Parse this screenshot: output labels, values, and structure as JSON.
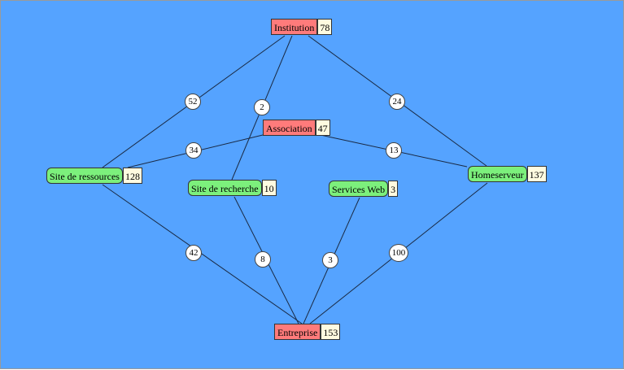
{
  "colors": {
    "background": "#55a3ff",
    "category": "#ff7b7b",
    "site": "#7cf07c",
    "count": "#fffbe0"
  },
  "nodes": [
    {
      "id": "institution",
      "label": "Institution",
      "count": "78",
      "kind": "red"
    },
    {
      "id": "association",
      "label": "Association",
      "count": "47",
      "kind": "red"
    },
    {
      "id": "site-ressources",
      "label": "Site de ressources",
      "count": "128",
      "kind": "green"
    },
    {
      "id": "site-recherche",
      "label": "Site de recherche",
      "count": "10",
      "kind": "green"
    },
    {
      "id": "services-web",
      "label": "Services Web",
      "count": "3",
      "kind": "green"
    },
    {
      "id": "homeserveur",
      "label": "Homeserveur",
      "count": "137",
      "kind": "green"
    },
    {
      "id": "entreprise",
      "label": "Entreprise",
      "count": "153",
      "kind": "red"
    }
  ],
  "edges": [
    {
      "from": "institution",
      "to": "site-ressources",
      "weight": "52"
    },
    {
      "from": "institution",
      "to": "site-recherche",
      "weight": "2"
    },
    {
      "from": "institution",
      "to": "homeserveur",
      "weight": "24"
    },
    {
      "from": "association",
      "to": "site-ressources",
      "weight": "34"
    },
    {
      "from": "association",
      "to": "homeserveur",
      "weight": "13"
    },
    {
      "from": "entreprise",
      "to": "site-ressources",
      "weight": "42"
    },
    {
      "from": "entreprise",
      "to": "site-recherche",
      "weight": "8"
    },
    {
      "from": "entreprise",
      "to": "services-web",
      "weight": "3"
    },
    {
      "from": "entreprise",
      "to": "homeserveur",
      "weight": "100"
    }
  ]
}
